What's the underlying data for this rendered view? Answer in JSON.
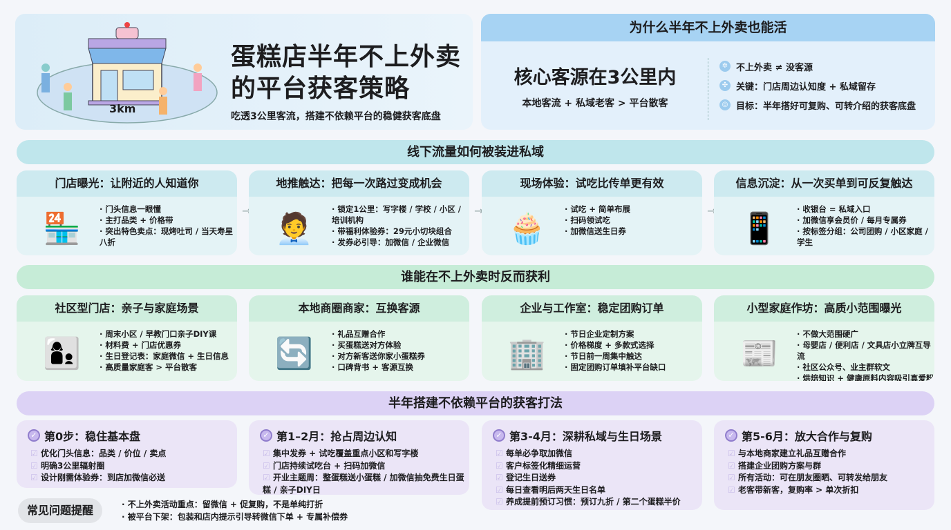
{
  "hero": {
    "title": "蛋糕店半年不上外卖的平台获客策略",
    "subtitle": "吃透3公里客流，搭建不依赖平台的稳健获客底盘",
    "radius_label": "3km"
  },
  "why": {
    "header": "为什么半年不上外卖也能活",
    "core": "核心客源在3公里内",
    "core_sub": "本地客流 + 私域老客 > 平台散客",
    "points": [
      {
        "icon": "sparkle-icon",
        "text": "不上外卖 ≠ 没客源"
      },
      {
        "icon": "key-icon",
        "text": "关键：门店周边认知度 + 私域留存"
      },
      {
        "icon": "target-icon",
        "text": "目标：半年搭好可复购、可转介绍的获客底盘"
      }
    ]
  },
  "colors": {
    "blue": "#a7d3f3",
    "teal": "#bfe6ec",
    "green": "#c6ecd7",
    "purple": "#dcd2f5"
  },
  "sections": [
    {
      "title": "线下流量如何被装进私域",
      "cards": [
        {
          "title": "门店曝光：让附近的人知道你",
          "icon": "storefront-icon",
          "glyph": "🏪",
          "items": [
            "门头信息一眼懂",
            "主打品类 + 价格带",
            "突出特色卖点：现烤吐司 / 当天寿星八折"
          ]
        },
        {
          "title": "地推触达：把每一次路过变成机会",
          "icon": "flyer-person-icon",
          "glyph": "🧑‍💼",
          "items": [
            "锁定1公里：写字楼 / 学校 / 小区 / 培训机构",
            "带福利体验券：29元小切块组合",
            "发券必引导：加微信 / 企业微信"
          ]
        },
        {
          "title": "现场体验：试吃比传单更有效",
          "icon": "tasting-stall-icon",
          "glyph": "🧁",
          "items": [
            "试吃 + 简单布展",
            "扫码领试吃",
            "加微信送生日券"
          ]
        },
        {
          "title": "信息沉淀：从一次买单到可反复触达",
          "icon": "phone-wechat-icon",
          "glyph": "📱",
          "items": [
            "收银台 = 私域入口",
            "加微信享会员价 / 每月专属券",
            "按标签分组：公司团购 / 小区家庭 / 学生"
          ]
        }
      ]
    },
    {
      "title": "谁能在不上外卖时反而获利",
      "cards": [
        {
          "title": "社区型门店：亲子与家庭场景",
          "icon": "family-cake-icon",
          "glyph": "👩‍👦",
          "items": [
            "周末小区 / 早教门口亲子DIY课",
            "材料费 + 门店优惠券",
            "生日登记表：家庭微信 + 生日信息",
            "高质量家庭客 > 平台散客"
          ]
        },
        {
          "title": "本地商圈商家：互换客源",
          "icon": "exchange-cycle-icon",
          "glyph": "🔄",
          "items": [
            "礼品互赠合作",
            "买蛋糕送对方体验",
            "对方新客送你家小蛋糕券",
            "口碑背书 + 客源互换"
          ]
        },
        {
          "title": "企业与工作室：稳定团购订单",
          "icon": "office-building-icon",
          "glyph": "🏢",
          "items": [
            "节日企业定制方案",
            "价格梯度 + 多款式选择",
            "节日前一周集中触达",
            "固定团购订单填补平台缺口"
          ]
        },
        {
          "title": "小型家庭作坊：高质小范围曝光",
          "icon": "signboard-icon",
          "glyph": "📰",
          "items": [
            "不做大范围硬广",
            "母婴店 / 便利店 / 文具店小立牌互导流",
            "社区公众号、业主群软文",
            "烘焙知识 + 健康原料内容吸引真爱粉"
          ]
        }
      ]
    },
    {
      "title": "半年搭建不依赖平台的获客打法",
      "cards": [
        {
          "title": "第0步：稳住基本盘",
          "items": [
            "优化门头信息：品类 / 价位 / 卖点",
            "明确3公里辐射圈",
            "设计刚需体验券：到店加微信必送"
          ]
        },
        {
          "title": "第1–2月：抢占周边认知",
          "items": [
            "集中发券 + 试吃覆盖重点小区和写字楼",
            "门店持续试吃台 + 扫码加微信",
            "开业主题周：整蛋糕送小蛋糕 / 加微信抽免费生日蛋糕 / 亲子DIY日"
          ]
        },
        {
          "title": "第3-4月：深耕私域与生日场景",
          "items": [
            "每单必争取加微信",
            "客户标签化精细运营",
            "登记生日送券",
            "每日查看明后两天生日名单",
            "养成提前预订习惯：预订九折 / 第二个蛋糕半价"
          ]
        },
        {
          "title": "第5-6月：放大合作与复购",
          "items": [
            "与本地商家建立礼品互赠合作",
            "搭建企业团购方案与群",
            "所有活动：可在朋友圈晒、可转发给朋友",
            "老客带新客，复购率 > 单次折扣"
          ]
        }
      ]
    }
  ],
  "faq": {
    "label": "常见问题提醒",
    "items": [
      "不上外卖活动重点：留微信 + 促复购，不是单纯打折",
      "被平台下架：包装和店内提示引导转微信下单 + 专属补偿券"
    ]
  }
}
